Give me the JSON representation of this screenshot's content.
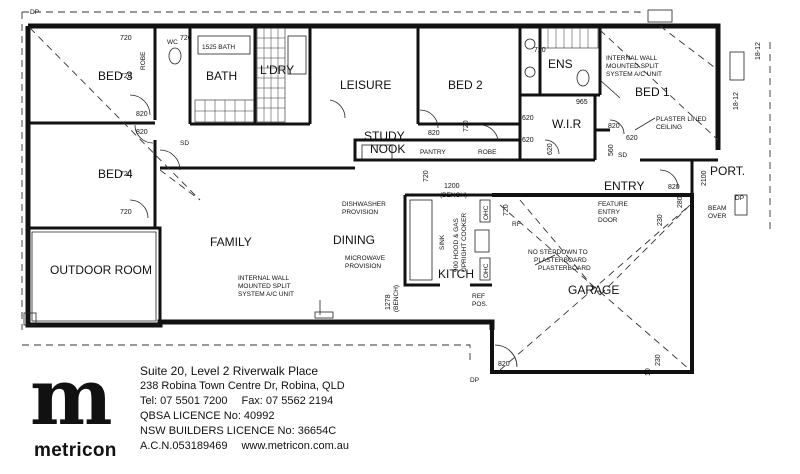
{
  "rooms": {
    "bed3": "BED 3",
    "bath": "BATH",
    "ldry": "L'DRY",
    "leisure": "LEISURE",
    "bed2": "BED 2",
    "ens": "ENS",
    "bed1": "BED 1",
    "wir": "W.I.R",
    "study_nook_1": "STUDY",
    "study_nook_2": "NOOK",
    "bed4": "BED 4",
    "family": "FAMILY",
    "dining": "DINING",
    "kitch": "KITCH",
    "outdoor_room": "OUTDOOR ROOM",
    "garage": "GARAGE",
    "entry": "ENTRY",
    "port": "PORT."
  },
  "labels": {
    "bath_1525": "1525 BATH",
    "wc": "WC",
    "robe": "ROBE",
    "pantry": "PANTRY",
    "robe_nook": "ROBE",
    "sd": "SD",
    "sd2": "SD",
    "dp1": "DP",
    "dp2": "DP",
    "dp3": "DP",
    "rf": "RF",
    "ref_pos_1": "REF",
    "ref_pos_2": "POS.",
    "sink": "SINK",
    "dw_1": "DISHWASHER",
    "dw_2": "PROVISION",
    "mw_1": "MICROWAVE",
    "mw_2": "PROVISION",
    "cooker_1": "900 HOOD & GAS",
    "cooker_2": "UPRIGHT COOKER",
    "bench_1200": "1200",
    "bench_label": "(BENCH)",
    "bench_1278": "1278",
    "bench_label2": "(BENCH)",
    "ac1_1": "INTERNAL WALL",
    "ac1_2": "MOUNTED SPLIT",
    "ac1_3": "SYSTEM A/C UNIT",
    "ac2_1": "INTERNAL WALL",
    "ac2_2": "MOUNTED SPLIT",
    "ac2_3": "SYSTEM A/C UNIT",
    "plaster_1": "PLASTER LINED",
    "plaster_2": "CEILING",
    "feature_1": "FEATURE",
    "feature_2": "ENTRY",
    "feature_3": "DOOR",
    "stepdown_1": "NO STEPDOWN TO",
    "stepdown_2": "PLASTERBOARD",
    "stepdown_3": "PLASTERBOARD",
    "beam_1": "BEAM",
    "beam_2": "OVER",
    "ohc1": "OHC",
    "ohc2": "OHC"
  },
  "dimensions": {
    "d720a": "720",
    "d720b": "720",
    "d820a": "820",
    "d820b": "820",
    "d720c": "720",
    "d720d": "720",
    "d720e": "720",
    "d820c": "820",
    "d720f": "720",
    "d720g": "720",
    "d620a": "620",
    "d620b": "620",
    "d965": "965",
    "d620c": "620",
    "d560": "560",
    "d620d": "620",
    "d820d": "820",
    "d720h": "720",
    "d720i": "720",
    "d820e": "820",
    "d820f": "820",
    "d230a": "230",
    "d280": "280",
    "d2100": "2100",
    "d1812": "18-12",
    "d1800": "18-12",
    "d10": "10",
    "d230b": "230"
  },
  "footer": {
    "logo_mark": "m",
    "logo_word": "metricon",
    "address_1": "Suite 20, Level 2 Riverwalk Place",
    "address_2": "238 Robina Town Centre Dr, Robina, QLD",
    "tel": "Tel: 07 5501 7200",
    "fax": "Fax: 07 5562 2194",
    "qbsa": "QBSA LICENCE No: 40992",
    "nsw": "NSW BUILDERS LICENCE No: 36654C",
    "acn": "A.C.N.053189469",
    "web": "www.metricon.com.au"
  }
}
